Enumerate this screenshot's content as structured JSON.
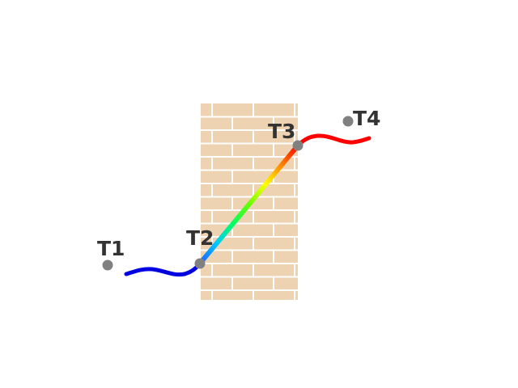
{
  "colors": {
    "background": "#ffffff",
    "brick": "#EED3B2",
    "mortar": "#ffffff",
    "point": "#808080",
    "label": "#333333",
    "wave_left": "#0000e0",
    "wave_right": "#ff0000",
    "gradient": [
      "#1f5cff",
      "#00c8ff",
      "#00ff66",
      "#66ff00",
      "#ffff00",
      "#ff8800",
      "#ff0000"
    ]
  },
  "points": [
    {
      "id": "T1",
      "label": "T1"
    },
    {
      "id": "T2",
      "label": "T2"
    },
    {
      "id": "T3",
      "label": "T3"
    },
    {
      "id": "T4",
      "label": "T4"
    }
  ]
}
